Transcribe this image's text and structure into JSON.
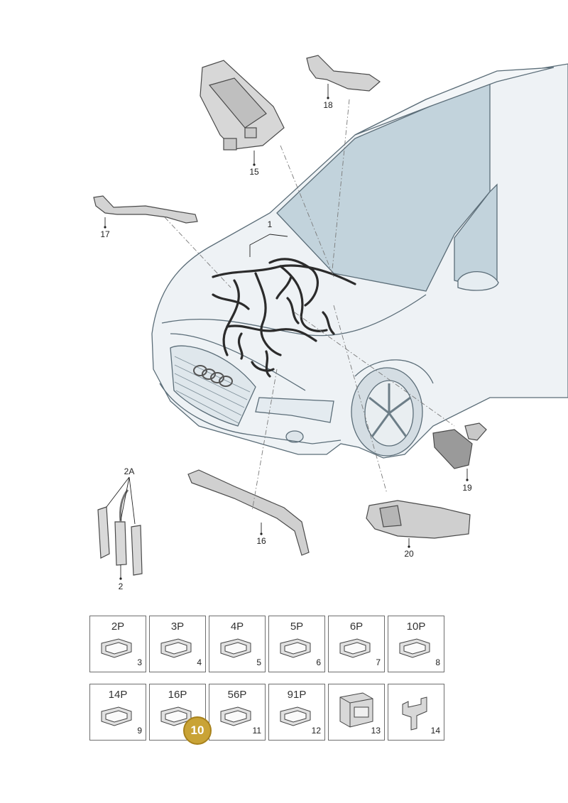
{
  "callouts": {
    "c1": "1",
    "c2": "2",
    "c2a": "2A",
    "c15": "15",
    "c16": "16",
    "c17": "17",
    "c18": "18",
    "c19": "19",
    "c20": "20"
  },
  "connectors": [
    {
      "code": "2P",
      "number": "3"
    },
    {
      "code": "3P",
      "number": "4"
    },
    {
      "code": "4P",
      "number": "5"
    },
    {
      "code": "5P",
      "number": "6"
    },
    {
      "code": "6P",
      "number": "7"
    },
    {
      "code": "10P",
      "number": "8"
    },
    {
      "code": "14P",
      "number": "9"
    },
    {
      "code": "16P",
      "number": ""
    },
    {
      "code": "56P",
      "number": "11"
    },
    {
      "code": "91P",
      "number": "12"
    },
    {
      "code": "",
      "number": "13"
    },
    {
      "code": "",
      "number": "14"
    }
  ],
  "highlight_badge": "10",
  "colors": {
    "body_tint": "#e6edf2",
    "glass": "#b7cbd6",
    "harness": "#2b2b2b",
    "badge": "#c9a336"
  }
}
